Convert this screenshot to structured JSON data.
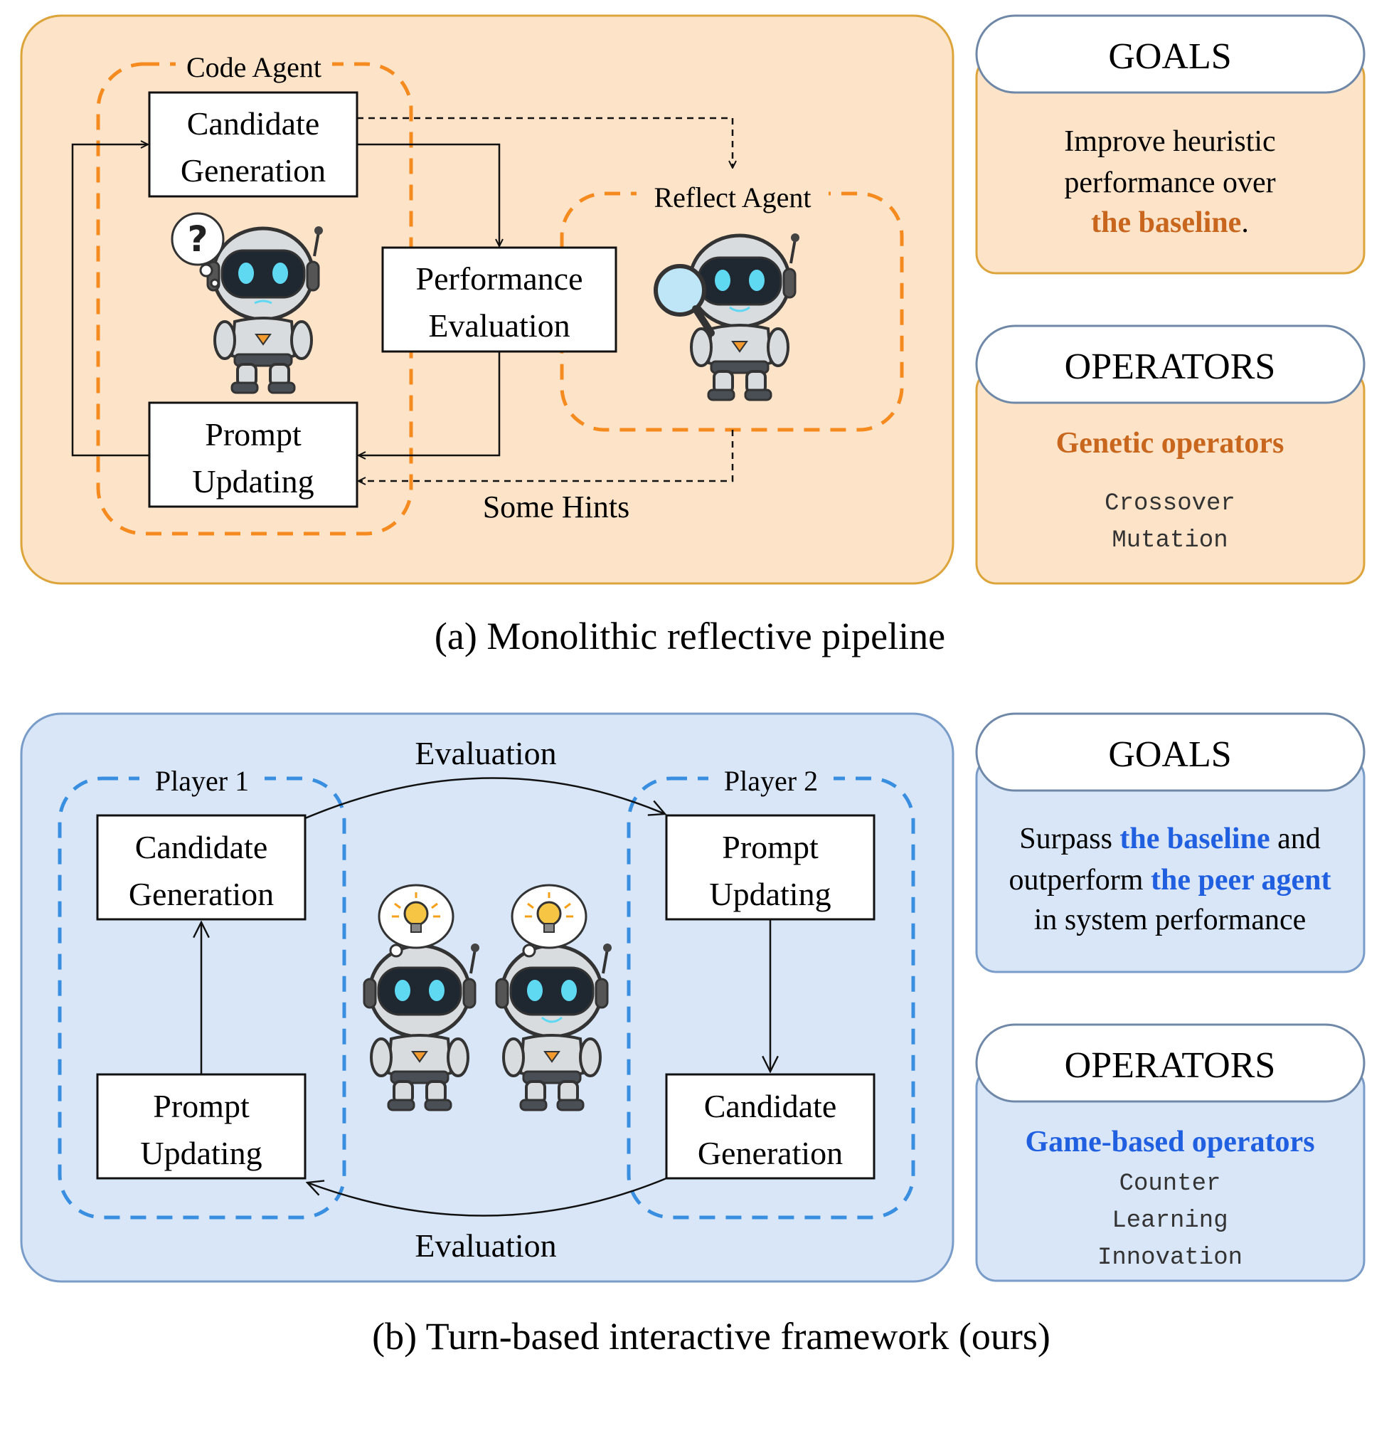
{
  "colors": {
    "panel_a_fill": "#fde3c8",
    "panel_a_stroke": "#dca43a",
    "panel_a_dash": "#f58a1f",
    "panel_a_accent": "#c8661e",
    "panel_b_fill": "#d8e6f8",
    "panel_b_stroke": "#7a9cc8",
    "panel_b_dash": "#3a8ee0",
    "panel_b_accent": "#1f5fe0"
  },
  "panel_a": {
    "caption": "(a) Monolithic reflective pipeline",
    "code_agent_label": "Code Agent",
    "reflect_agent_label": "Reflect Agent",
    "hint_label": "Some Hints",
    "boxes": {
      "candidate": [
        "Candidate",
        "Generation"
      ],
      "performance": [
        "Performance",
        "Evaluation"
      ],
      "prompt": [
        "Prompt",
        "Updating"
      ]
    },
    "robots": [
      {
        "name": "thinking-robot",
        "icon": "question-bubble-icon"
      },
      {
        "name": "reflect-robot",
        "icon": "magnifier-icon"
      }
    ],
    "goals": {
      "title": "GOALS",
      "line1": "Improve heuristic",
      "line2": "performance over",
      "line3_em": "the baseline",
      "line3_rest": "."
    },
    "operators": {
      "title": "OPERATORS",
      "heading": "Genetic operators",
      "items": [
        "Crossover",
        "Mutation"
      ]
    }
  },
  "panel_b": {
    "caption": "(b) Turn-based interactive framework (ours)",
    "player1_label": "Player 1",
    "player2_label": "Player 2",
    "eval_top": "Evaluation",
    "eval_bottom": "Evaluation",
    "boxes": {
      "p1_candidate": [
        "Candidate",
        "Generation"
      ],
      "p1_prompt": [
        "Prompt",
        "Updating"
      ],
      "p2_prompt": [
        "Prompt",
        "Updating"
      ],
      "p2_candidate": [
        "Candidate",
        "Generation"
      ]
    },
    "robots": [
      {
        "name": "robot-player-1",
        "icon": "lightbulb-icon"
      },
      {
        "name": "robot-player-2",
        "icon": "lightbulb-icon"
      }
    ],
    "goals": {
      "title": "GOALS",
      "l1_pre": "Surpass ",
      "l1_em": "the baseline",
      "l1_post": " and",
      "l2_pre": "outperform ",
      "l2_em": "the peer agent",
      "l3": "in system performance"
    },
    "operators": {
      "title": "OPERATORS",
      "heading": "Game-based operators",
      "items": [
        "Counter",
        "Learning",
        "Innovation"
      ]
    }
  }
}
